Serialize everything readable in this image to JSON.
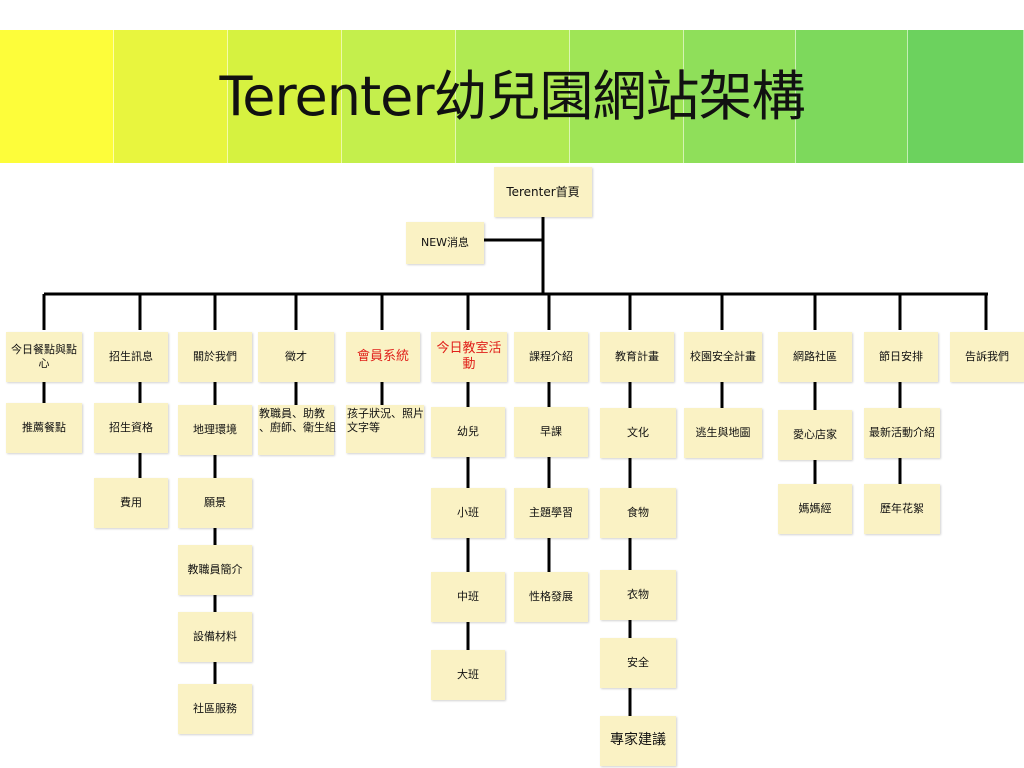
{
  "title": "Terenter幼兒園網站架構",
  "band_colors": [
    "#fdfd3a",
    "#e8f53e",
    "#d6f240",
    "#c4ef4c",
    "#b0ea52",
    "#9fe556",
    "#8fdf5a",
    "#7dd95c",
    "#6cd25e"
  ],
  "root": "Terenter首頁",
  "news": "NEW消息",
  "columns": [
    {
      "id": "c1",
      "head": "今日餐點與點心",
      "items": [
        "推薦餐點"
      ]
    },
    {
      "id": "c2",
      "head": "招生訊息",
      "items": [
        "招生資格",
        "費用"
      ]
    },
    {
      "id": "c3",
      "head": "關於我們",
      "items": [
        "地理環境",
        "願景",
        "教職員簡介",
        "設備材料",
        "社區服務"
      ]
    },
    {
      "id": "c4",
      "head": "徵才",
      "items": [
        "教職員、助教\n、廚師、衛生組"
      ]
    },
    {
      "id": "c5",
      "head": "會員系統",
      "items": [
        "孩子狀況、照片\n文字等"
      ]
    },
    {
      "id": "c6",
      "head": "今日教室活動",
      "items": [
        "幼兒",
        "小班",
        "中班",
        "大班"
      ]
    },
    {
      "id": "c7",
      "head": "課程介紹",
      "items": [
        "早課",
        "主題學習",
        "性格發展"
      ]
    },
    {
      "id": "c8",
      "head": "教育計畫",
      "items": [
        "文化",
        "食物",
        "衣物",
        "安全",
        "專家建議"
      ]
    },
    {
      "id": "c9",
      "head": "校園安全計畫",
      "items": [
        "逃生與地圖"
      ]
    },
    {
      "id": "c10",
      "head": "網路社區",
      "items": [
        "愛心店家",
        "媽媽經"
      ]
    },
    {
      "id": "c11",
      "head": "節日安排",
      "items": [
        "最新活動介紹",
        "歷年花絮"
      ]
    },
    {
      "id": "c12",
      "head": "告訴我們",
      "items": []
    }
  ]
}
